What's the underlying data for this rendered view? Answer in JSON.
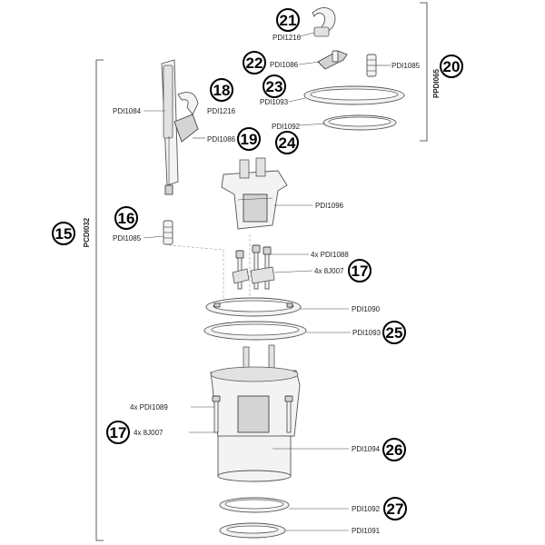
{
  "labels": {
    "pdi1216_top": "PDI1216",
    "pdi1086_top": "PDI1086",
    "pdi1085_top": "PDI1085",
    "pdi1093_top": "PDI1093",
    "pdi1092_top": "PDI1092",
    "pdi1084": "PDI1084",
    "pdi1216_side": "PDI1216",
    "pdi1086_side": "PDI1086",
    "pdi1096": "PDI1096",
    "pdi1085_side": "PDI1085",
    "pdi1088": "4x PDI1088",
    "bj007_top": "4x 8J007",
    "pdi1090": "PDI1090",
    "pdi1093_mid": "PDI1093",
    "pdi1089": "4x PDI1089",
    "bj007_bottom": "4x 8J007",
    "pdi1094": "PDI1094",
    "pdi1092_bottom": "PDI1092",
    "pdi1091": "PDI1091",
    "kit_ppdi065": "PPDI065",
    "kit_pcdi032": "PCDI032"
  },
  "callouts": {
    "c15": "15",
    "c16": "16",
    "c17a": "17",
    "c17b": "17",
    "c18": "18",
    "c19": "19",
    "c20": "20",
    "c21": "21",
    "c22": "22",
    "c23": "23",
    "c24": "24",
    "c25": "25",
    "c26": "26",
    "c27": "27"
  },
  "colors": {
    "line": "#444444",
    "part_fill": "#f3f3f3",
    "part_dark": "#d4d4d4",
    "text": "#222222"
  }
}
